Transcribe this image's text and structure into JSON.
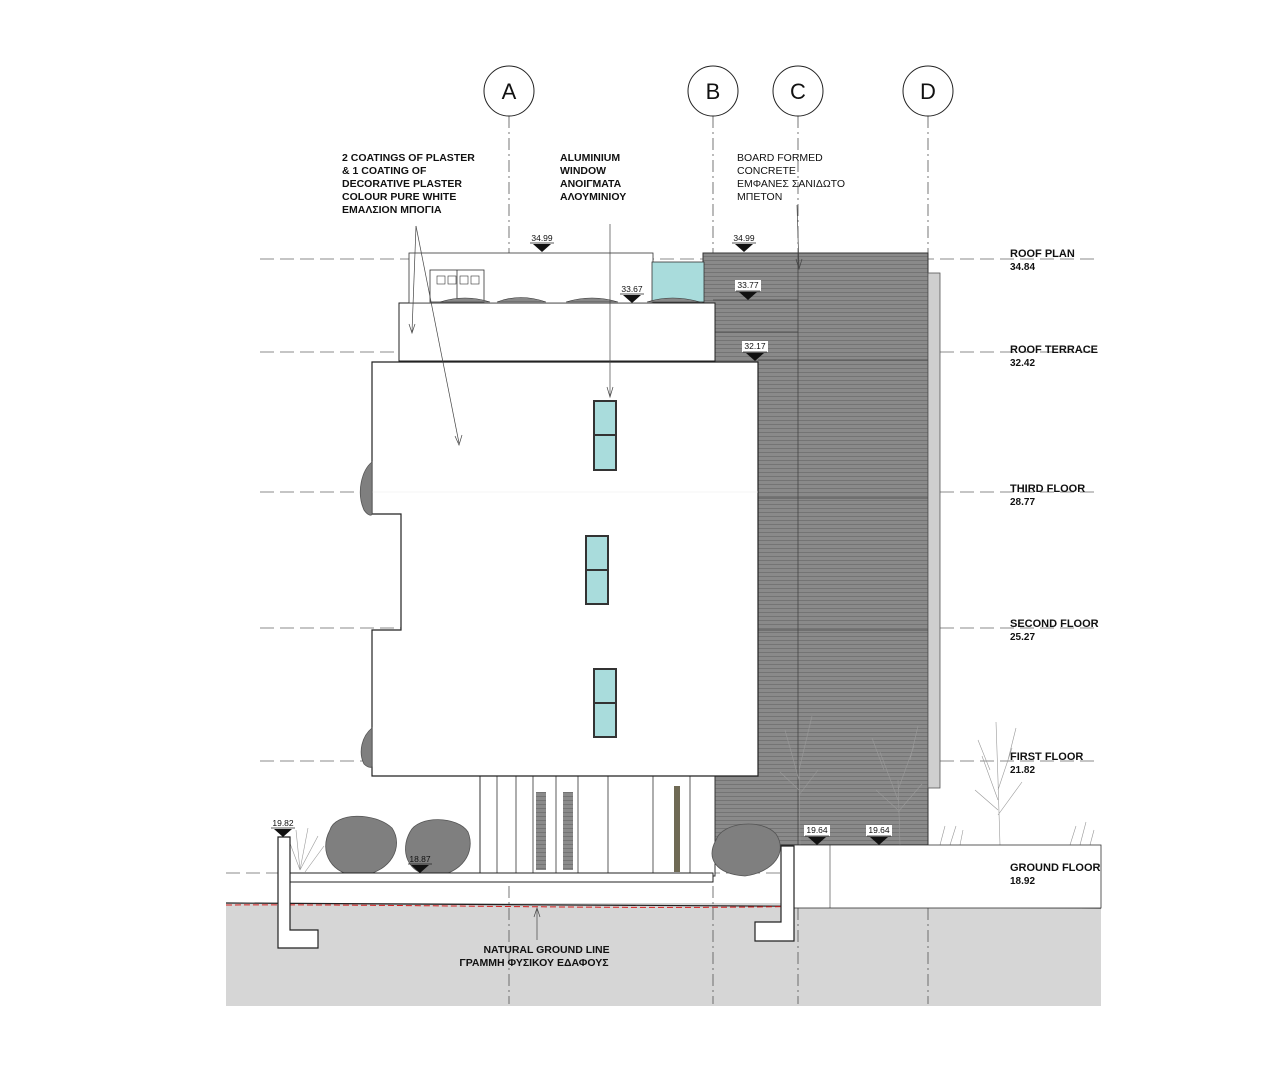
{
  "grid": [
    {
      "label": "A"
    },
    {
      "label": "B"
    },
    {
      "label": "C"
    },
    {
      "label": "D"
    }
  ],
  "notes": {
    "plaster": [
      "2 COATINGS OF PLASTER",
      "& 1 COATING OF",
      "DECORATIVE PLASTER",
      "COLOUR PURE WHITE",
      "ΕΜΑΛΣΙΟΝ ΜΠΟΓΙΑ"
    ],
    "aluminium": [
      "ALUMINIUM",
      "WINDOW",
      "ΑΝΟΙΓΜΑΤΑ",
      "ΑΛΟΥΜΙΝΙΟΥ"
    ],
    "concrete": [
      "BOARD FORMED",
      "CONCRETE",
      "ΕΜΦΑΝΕΣ ΣΑΝΙΔΩΤΟ",
      "ΜΠΕΤΟΝ"
    ],
    "ground_line": [
      "NATURAL GROUND LINE",
      "ΓΡΑΜΜΗ ΦΥΣΙΚΟΥ ΕΔΑΦΟΥΣ"
    ]
  },
  "levels": [
    {
      "name": "ROOF PLAN",
      "value": "34.84"
    },
    {
      "name": "ROOF TERRACE",
      "value": "32.42"
    },
    {
      "name": "THIRD FLOOR",
      "value": "28.77"
    },
    {
      "name": "SECOND FLOOR",
      "value": "25.27"
    },
    {
      "name": "FIRST FLOOR",
      "value": "21.82"
    },
    {
      "name": "GROUND FLOOR",
      "value": "18.92"
    }
  ],
  "elevation_marks": [
    "34.99",
    "34.99",
    "33.67",
    "33.77",
    "32.17",
    "19.82",
    "18.87",
    "19.64",
    "19.64"
  ],
  "colors": {
    "concrete": "#8c8c8c",
    "glass": "#a9dcdc",
    "ground": "#d6d6d6",
    "ground_line": "#d62020",
    "shrub": "#7f7f7f"
  }
}
